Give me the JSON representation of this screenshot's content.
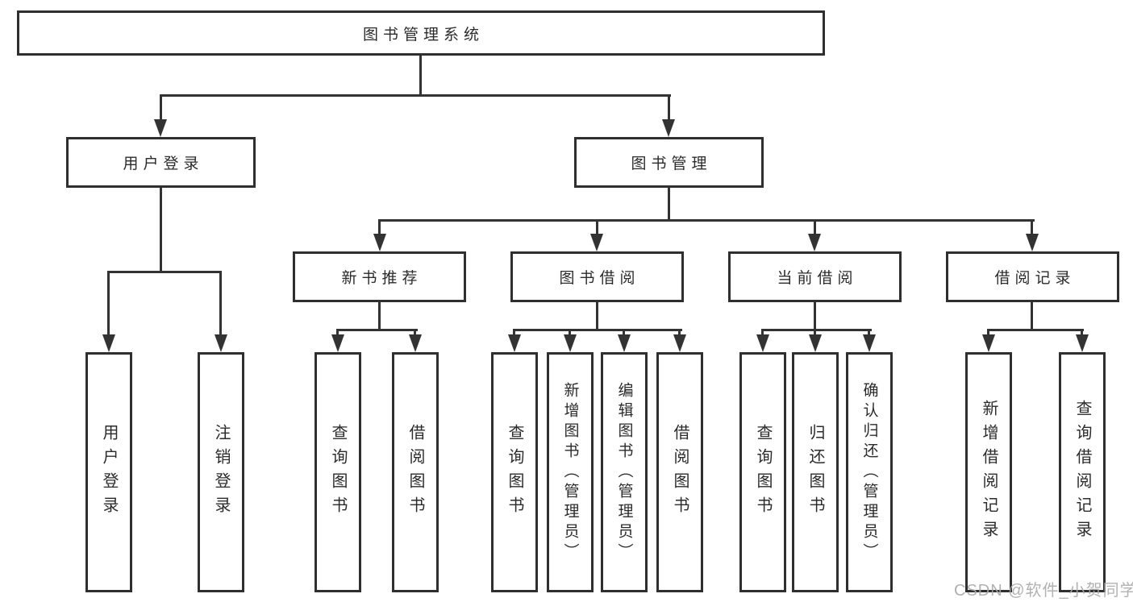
{
  "tree": {
    "root": {
      "label": "图书管理系统"
    },
    "branches": [
      {
        "label": "用户登录",
        "children": [
          {
            "label": "用户登录"
          },
          {
            "label": "注销登录"
          }
        ]
      },
      {
        "label": "图书管理",
        "children": [
          {
            "label": "新书推荐",
            "children": [
              {
                "label": "查询图书"
              },
              {
                "label": "借阅图书"
              }
            ]
          },
          {
            "label": "图书借阅",
            "children": [
              {
                "label": "查询图书"
              },
              {
                "label": "新增图书（管理员）"
              },
              {
                "label": "编辑图书（管理员）"
              },
              {
                "label": "借阅图书"
              }
            ]
          },
          {
            "label": "当前借阅",
            "children": [
              {
                "label": "查询图书"
              },
              {
                "label": "归还图书"
              },
              {
                "label": "确认归还（管理员）"
              }
            ]
          },
          {
            "label": "借阅记录",
            "children": [
              {
                "label": "新增借阅记录"
              },
              {
                "label": "查询借阅记录"
              }
            ]
          }
        ]
      }
    ]
  },
  "watermark": "CSDN @软件_小贺同学",
  "colors": {
    "line": "#333333",
    "box_border": "#2f2f2f",
    "text": "#2b2b2b",
    "background": "#ffffff",
    "watermark": "#a8a8a8"
  }
}
